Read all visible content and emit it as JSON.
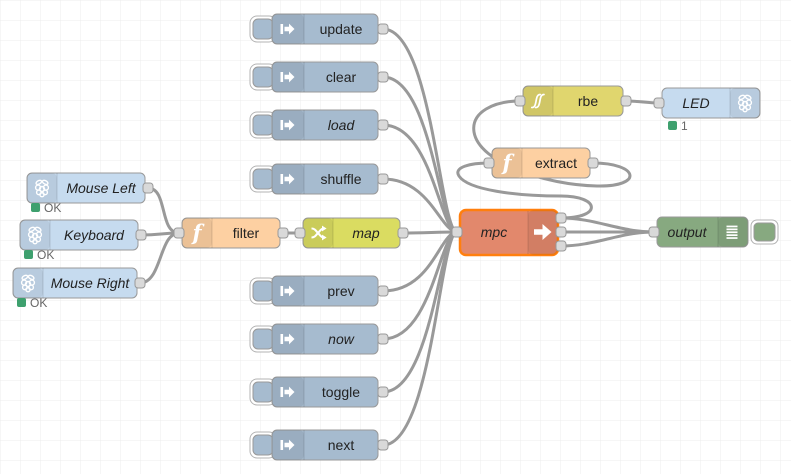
{
  "app": {
    "name": "Node-RED flow canvas"
  },
  "colors": {
    "inject": "#a6bbcf",
    "rpi": "#c6dbef",
    "function": "#fdd0a2",
    "map": "#dadc61",
    "rbe": "#e0d66e",
    "mpc": "#e2886c",
    "debug": "#87a980",
    "selected": "#ff7f0e",
    "status_green": "#3ea06e",
    "wire": "#999999",
    "port": "#d9d9d9"
  },
  "icons": {
    "inject": "inject-arrow-icon",
    "rpi": "raspberry-pi-icon",
    "function_glyph": "f",
    "map": "shuffle-arrows-icon",
    "rbe": "hysteresis-curve-icon",
    "mpc": "block-arrow-right-icon",
    "debug": "list-lines-icon"
  },
  "nodes": {
    "mouse_left": {
      "label": "Mouse Left",
      "status": "OK"
    },
    "keyboard": {
      "label": "Keyboard",
      "status": "OK"
    },
    "mouse_right": {
      "label": "Mouse Right",
      "status": "OK"
    },
    "filter": {
      "label": "filter"
    },
    "map": {
      "label": "map"
    },
    "update": {
      "label": "update"
    },
    "clear": {
      "label": "clear"
    },
    "load": {
      "label": "load"
    },
    "shuffle": {
      "label": "shuffle"
    },
    "prev": {
      "label": "prev"
    },
    "now": {
      "label": "now"
    },
    "toggle": {
      "label": "toggle"
    },
    "next": {
      "label": "next"
    },
    "mpc": {
      "label": "mpc"
    },
    "extract": {
      "label": "extract"
    },
    "rbe": {
      "label": "rbe"
    },
    "led": {
      "label": "LED",
      "status": "1"
    },
    "output": {
      "label": "output"
    }
  }
}
